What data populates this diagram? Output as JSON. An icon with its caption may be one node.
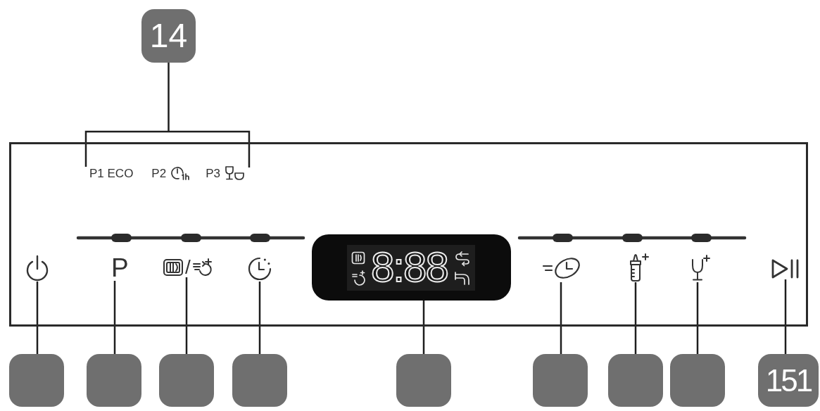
{
  "diagram": {
    "nodes": [
      {
        "text": [
          "14"
        ]
      },
      {
        "text": [],
        "shape": "box"
      },
      {
        "text": [
          "P1 ECO",
          "P2",
          "P3"
        ],
        "in": 1
      },
      {
        "text": [],
        "shape": "picture",
        "in": 1
      },
      {
        "text": [
          "P"
        ],
        "in": 1
      },
      {
        "text": [
          "/"
        ],
        "in": 1
      },
      {
        "text": [],
        "shape": "picture",
        "in": 1
      },
      {
        "text": [
          "8:88"
        ],
        "in": 1
      },
      {
        "text": [],
        "shape": "picture",
        "in": 1
      },
      {
        "text": [],
        "shape": "picture",
        "in": 1
      },
      {
        "text": [],
        "shape": "picture",
        "in": 1
      },
      {
        "text": [],
        "shape": "picture",
        "in": 1
      },
      {
        "text": [],
        "shape": "box"
      },
      {
        "text": [],
        "shape": "box"
      },
      {
        "text": [],
        "shape": "box"
      },
      {
        "text": [],
        "shape": "box"
      },
      {
        "text": [],
        "shape": "box"
      },
      {
        "text": [],
        "shape": "box"
      },
      {
        "text": [],
        "shape": "box"
      },
      {
        "text": [],
        "shape": "box"
      },
      {
        "text": [
          "151"
        ]
      }
    ],
    "edges": [
      {
        "from": 0,
        "to": 2,
        "arrow": "none"
      },
      {
        "from": 12,
        "to": 3,
        "arrow": "none"
      },
      {
        "from": 13,
        "to": 4,
        "arrow": "none"
      },
      {
        "from": 14,
        "to": 5,
        "arrow": "none"
      },
      {
        "from": 15,
        "to": 6,
        "arrow": "none"
      },
      {
        "from": 16,
        "to": 7,
        "arrow": "none"
      },
      {
        "from": 17,
        "to": 8,
        "arrow": "none"
      },
      {
        "from": 18,
        "to": 9,
        "arrow": "none"
      },
      {
        "from": 19,
        "to": 10,
        "arrow": "none"
      },
      {
        "from": 20,
        "to": 11,
        "arrow": "none"
      }
    ]
  }
}
